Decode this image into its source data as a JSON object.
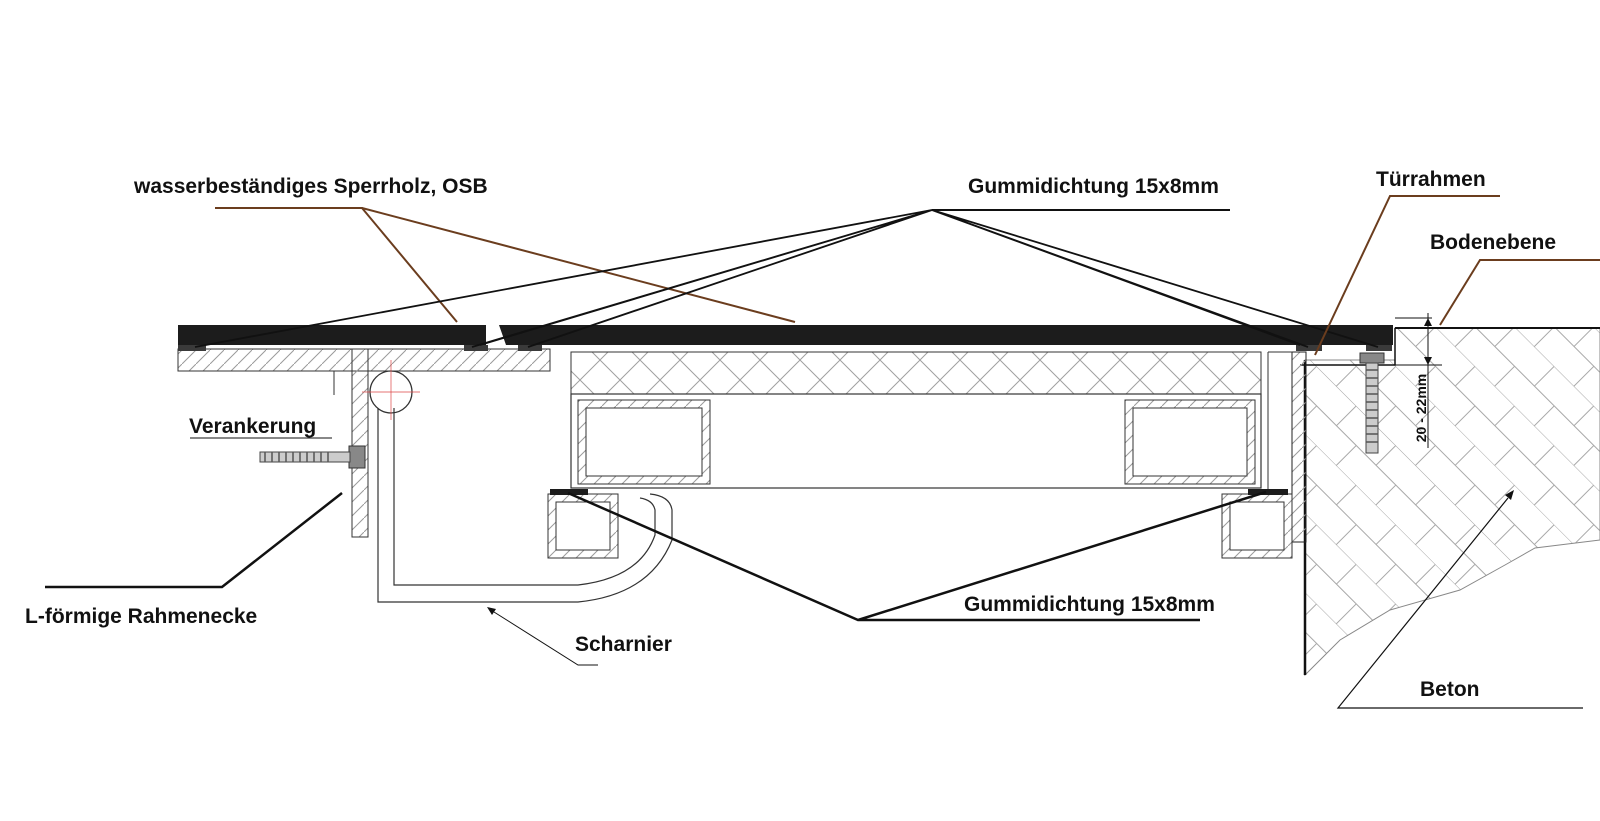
{
  "labels": {
    "plywood": "wasserbeständiges Sperrholz, OSB",
    "seal_top": "Gummidichtung 15x8mm",
    "door_frame": "Türrahmen",
    "floor_level": "Bodenebene",
    "anchoring": "Verankerung",
    "corner": "L-förmige Rahmenecke",
    "hinge": "Scharnier",
    "seal_bottom": "Gummidichtung 15x8mm",
    "concrete": "Beton",
    "dimension": "20 - 22mm"
  },
  "colors": {
    "ink": "#111111",
    "panel": "#1c1c1c",
    "hatch": "#9a9a9a",
    "leader_brown": "#6b3d1e"
  }
}
